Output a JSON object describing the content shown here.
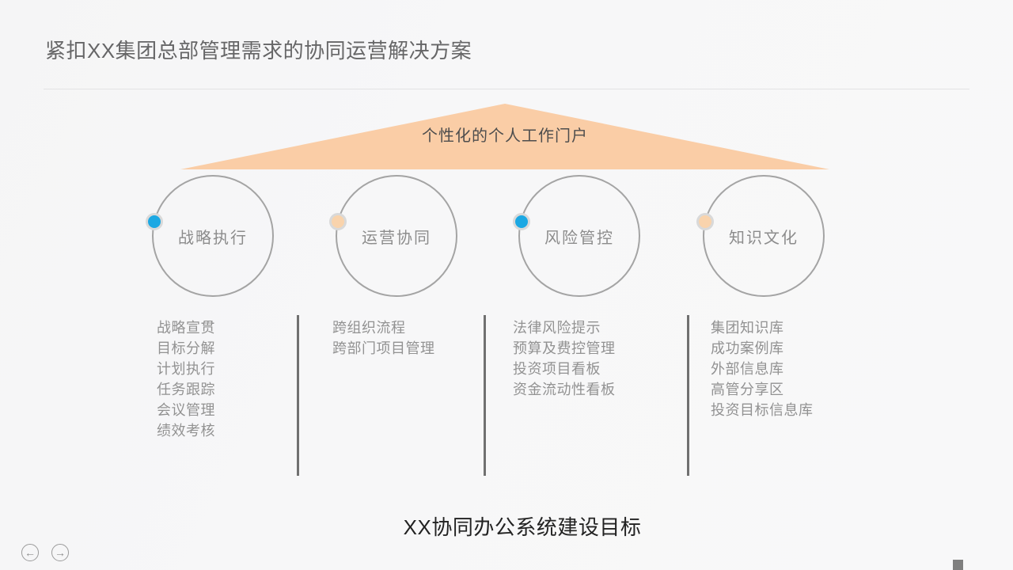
{
  "slide": {
    "title": "紧扣XX集团总部管理需求的协同运营解决方案",
    "footer_title": "XX协同办公系统建设目标"
  },
  "banner": {
    "label": "个性化的个人工作门户",
    "fill": "#FACDA6"
  },
  "pillars": [
    {
      "name": "战略执行",
      "dot_color": "#1CA8E3",
      "items": [
        "战略宣贯",
        "目标分解",
        "计划执行",
        "任务跟踪",
        "会议管理",
        "绩效考核"
      ]
    },
    {
      "name": "运营协同",
      "dot_color": "#F9D3AC",
      "items": [
        "跨组织流程",
        "跨部门项目管理"
      ]
    },
    {
      "name": "风险管控",
      "dot_color": "#1CA8E3",
      "items": [
        "法律风险提示",
        "预算及费控管理",
        "投资项目看板",
        "资金流动性看板"
      ]
    },
    {
      "name": "知识文化",
      "dot_color": "#F9D3AC",
      "items": [
        "集团知识库",
        "成功案例库",
        "外部信息库",
        "高管分享区",
        "投资目标信息库"
      ]
    }
  ],
  "nav": {
    "prev": "←",
    "next": "→"
  },
  "colors": {
    "background": "#F7F7F8",
    "accent_blue": "#1CA8E3",
    "accent_peach": "#F9D3AC",
    "banner_fill": "#FACDA6",
    "circle_stroke": "#A4A4A4",
    "list_text": "#929292",
    "divider": "#707070",
    "title_text": "#666667",
    "footer_text": "#222222"
  }
}
